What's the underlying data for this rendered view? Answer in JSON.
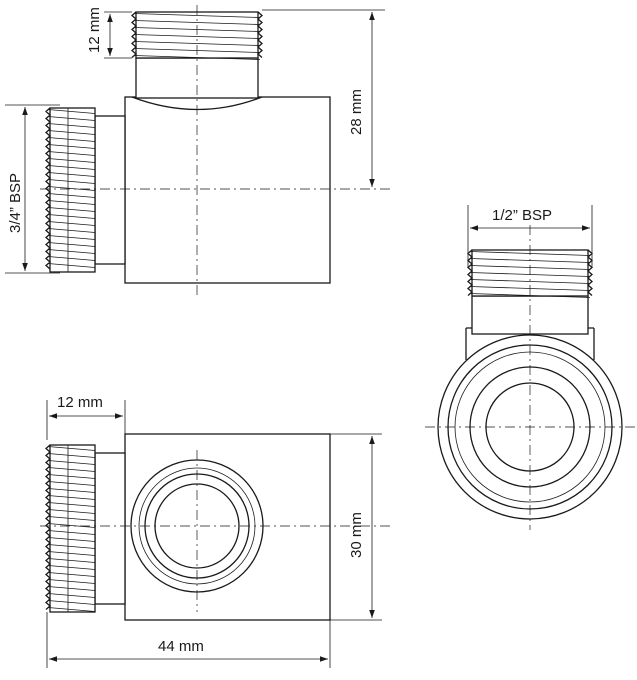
{
  "dimensions": {
    "top_nipple_length": "12 mm",
    "top_height": "28 mm",
    "side_thread": "3/4” BSP",
    "top_thread": "1/2” BSP",
    "front_nipple_length": "12 mm",
    "front_height": "30 mm",
    "overall_length": "44 mm"
  }
}
